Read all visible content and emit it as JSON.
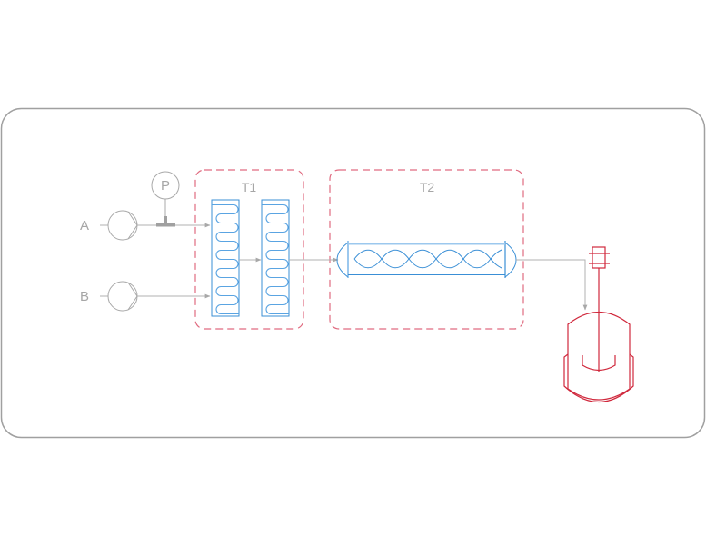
{
  "diagram": {
    "title": "",
    "colors": {
      "frame": "#a0a0a0",
      "line": "#b0b0b0",
      "zone": "#e06b80",
      "reactor": "#3a8fd6",
      "reactor_light": "#9cc8ee",
      "vessel": "#d0283c"
    },
    "inputs": [
      {
        "id": "A",
        "label": "A",
        "component": "pump"
      },
      {
        "id": "B",
        "label": "B",
        "component": "pump"
      }
    ],
    "pressure_sensor": {
      "label": "P",
      "on_line": "A"
    },
    "zones": [
      {
        "id": "T1",
        "label": "T1",
        "contains": [
          "coil-reactor-1",
          "coil-reactor-2"
        ]
      },
      {
        "id": "T2",
        "label": "T2",
        "contains": [
          "tube-reactor"
        ]
      }
    ],
    "components": [
      {
        "id": "coil-reactor-1",
        "type": "serpentine-chip-reactor",
        "zone": "T1"
      },
      {
        "id": "coil-reactor-2",
        "type": "serpentine-chip-reactor",
        "zone": "T1"
      },
      {
        "id": "tube-reactor",
        "type": "static-mixer-tube-reactor",
        "zone": "T2"
      },
      {
        "id": "collection-vessel",
        "type": "jacketed-stirred-vessel"
      }
    ],
    "flow": [
      "A",
      "B",
      "coil-reactor-1",
      "coil-reactor-2",
      "tube-reactor",
      "collection-vessel"
    ]
  }
}
